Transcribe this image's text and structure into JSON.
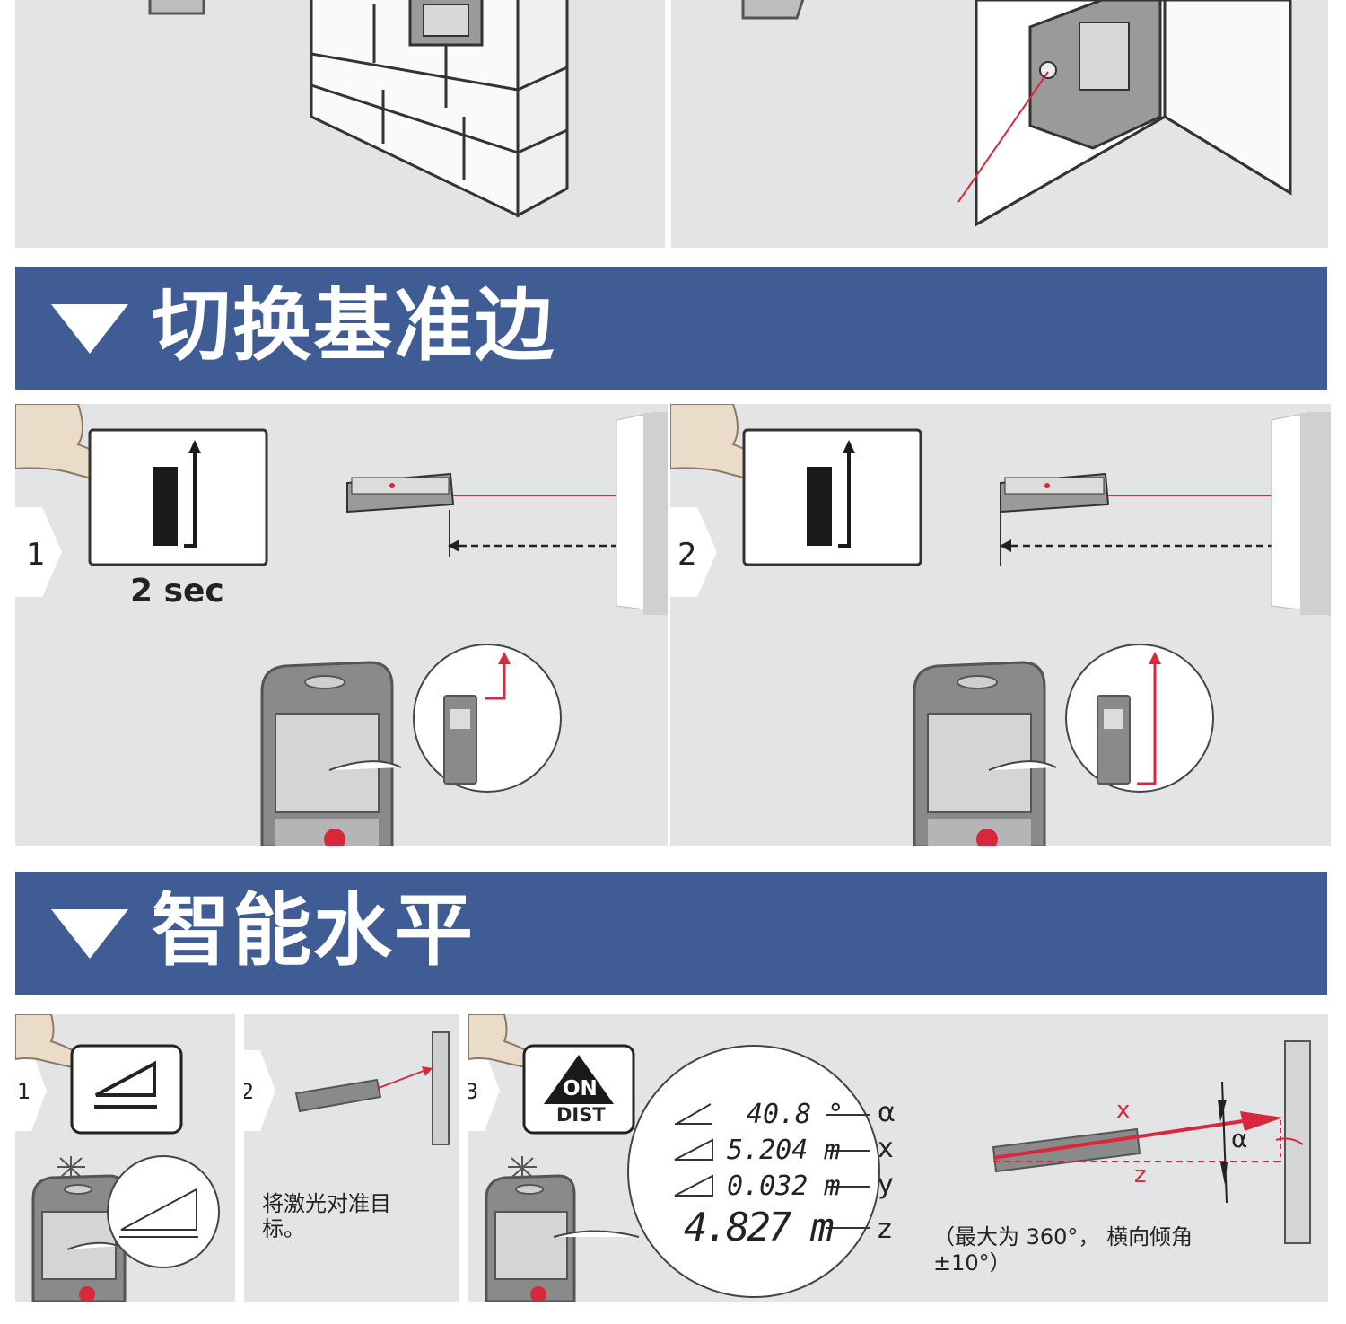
{
  "sections": {
    "switch_reference": {
      "title": "切换基准边"
    },
    "smart_horizontal": {
      "title": "智能水平"
    }
  },
  "switch_steps": {
    "step1": {
      "number": "1",
      "hold_label": "2 sec"
    },
    "step2": {
      "number": "2"
    }
  },
  "smart_steps": {
    "step1": {
      "number": "1"
    },
    "step2": {
      "number": "2",
      "caption": "将激光对准目标。"
    },
    "step3": {
      "number": "3",
      "on_line1": "ON",
      "on_line2": "DIST",
      "readings": [
        {
          "value": "40.8 °",
          "var": "α"
        },
        {
          "value": "5.204 m",
          "var": "x"
        },
        {
          "value": "0.032 m",
          "var": "y"
        },
        {
          "value": "4.827 m",
          "var": "z"
        }
      ],
      "note_line1": "（最大为 360°， 横向倾角",
      "note_line2": "±10°）",
      "diagram_x": "x",
      "diagram_z": "z",
      "diagram_alpha": "α"
    }
  },
  "colors": {
    "banner": "#3f5d94",
    "panel": "#e3e4e6",
    "laser": "#d9283b",
    "device": "#8a8a8a"
  }
}
